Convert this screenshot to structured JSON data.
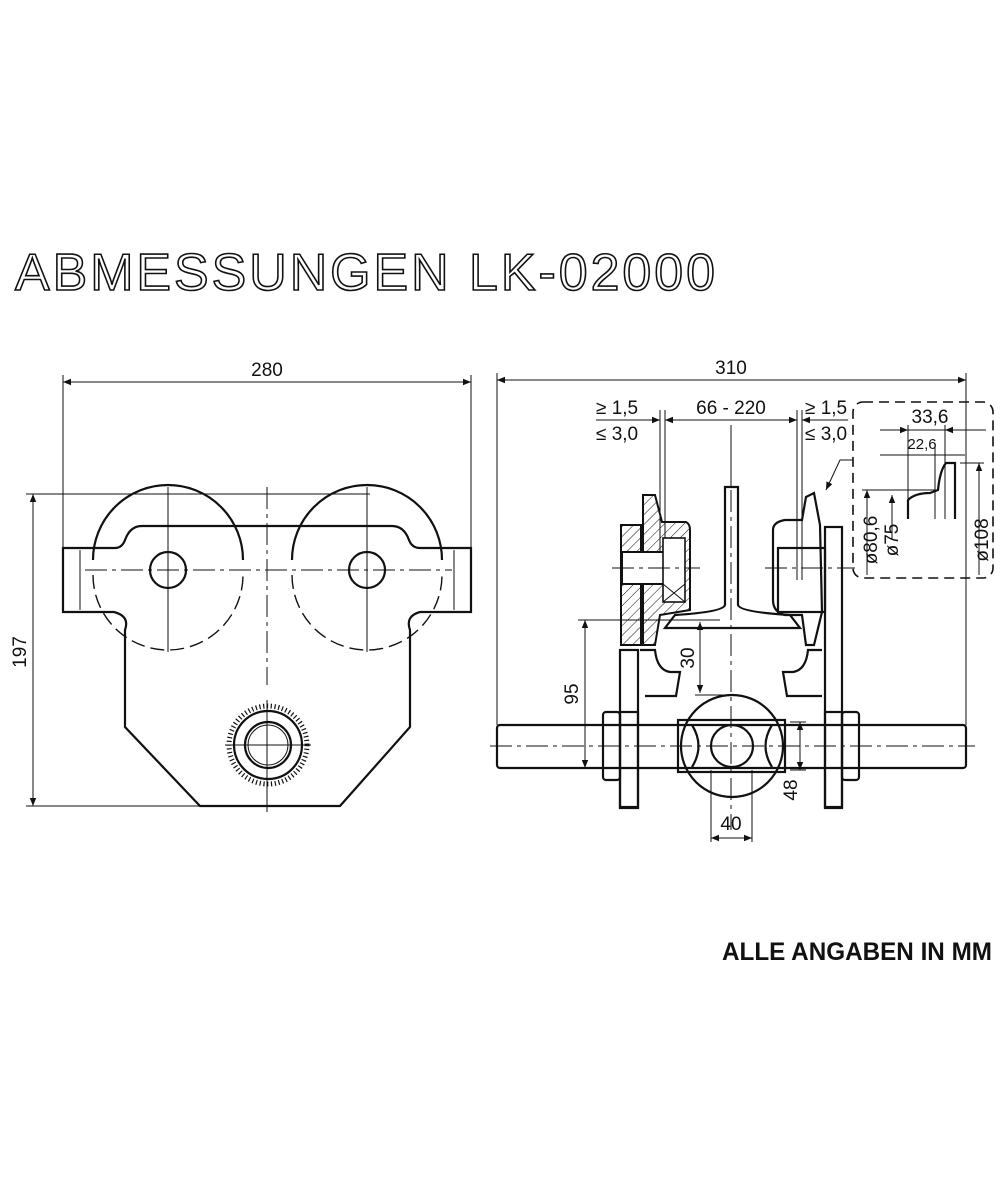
{
  "title": "ABMESSUNGEN LK-02000",
  "note": "ALLE ANGABEN IN MM",
  "front_view": {
    "width_label": "280",
    "height_label": "197"
  },
  "side_view": {
    "width_label": "310",
    "flange_range_label": "66 - 220",
    "gap_min_left": "≥ 1,5",
    "gap_max_left": "≤ 3,0",
    "gap_min_right": "≥ 1,5",
    "gap_max_right": "≤ 3,0",
    "height_95_label": "95",
    "height_30_label": "30",
    "hook_48_label": "48",
    "hook_40_label": "40"
  },
  "wheel_detail": {
    "width_outer_label": "33,6",
    "width_inner_label": "22,6",
    "dia_80_label": "ø80,6",
    "dia_75_label": "ø75",
    "dia_108_label": "ø108"
  }
}
